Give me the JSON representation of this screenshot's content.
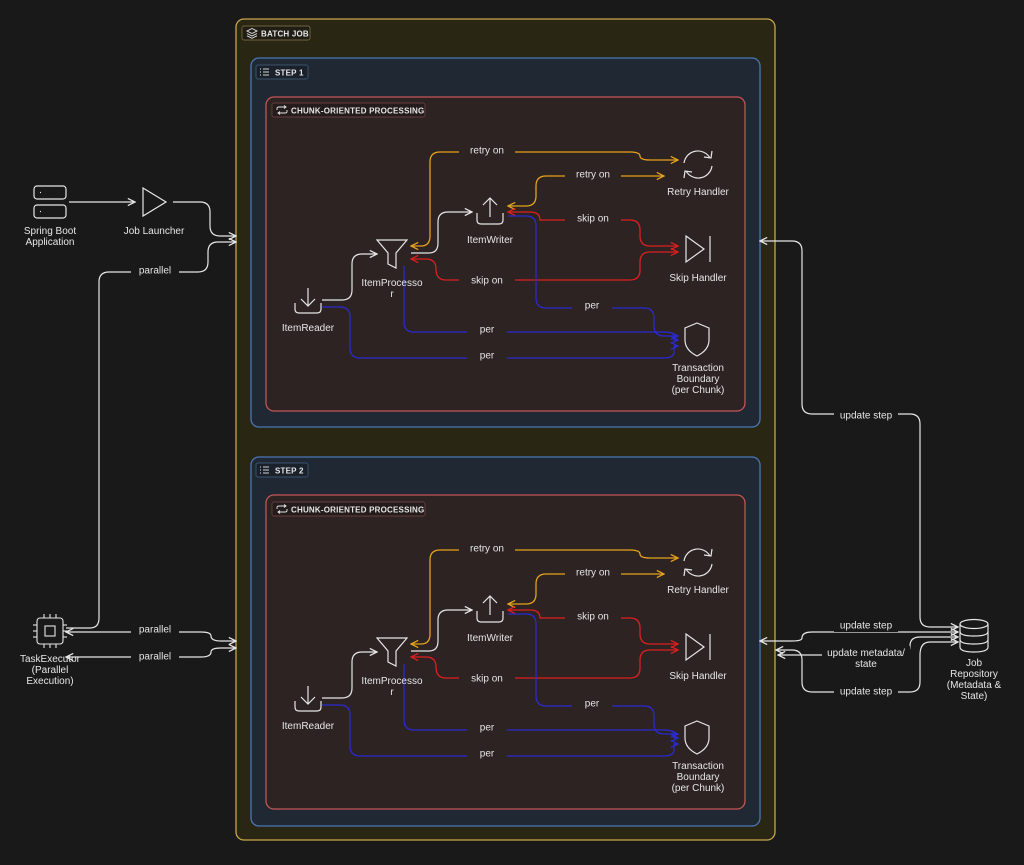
{
  "batch_job": {
    "title": "BATCH JOB"
  },
  "step1": {
    "title": "STEP 1",
    "chunk_title": "CHUNK-ORIENTED PROCESSING",
    "item_reader": "ItemReader",
    "item_processor": [
      "ItemProcesso",
      "r"
    ],
    "item_writer": "ItemWriter",
    "retry_handler": "Retry Handler",
    "skip_handler": "Skip Handler",
    "transaction_boundary": [
      "Transaction",
      "Boundary",
      "(per Chunk)"
    ],
    "edge_retry_processor": "retry on",
    "edge_retry_writer": "retry on",
    "edge_skip_writer": "skip on",
    "edge_skip_processor": "skip on",
    "edge_per_chunk_writer": "per",
    "edge_per_chunk_processor": "per",
    "edge_per_chunk_reader": "per"
  },
  "step2": {
    "title": "STEP 2",
    "chunk_title": "CHUNK-ORIENTED PROCESSING",
    "item_reader": "ItemReader",
    "item_processor": [
      "ItemProcesso",
      "r"
    ],
    "item_writer": "ItemWriter",
    "retry_handler": "Retry Handler",
    "skip_handler": "Skip Handler",
    "transaction_boundary": [
      "Transaction",
      "Boundary",
      "(per Chunk)"
    ],
    "edge_retry_processor": "retry on",
    "edge_retry_writer": "retry on",
    "edge_skip_writer": "skip on",
    "edge_skip_processor": "skip on",
    "edge_per_chunk_writer": "per",
    "edge_per_chunk_processor": "per",
    "edge_per_chunk_reader": "per"
  },
  "outside": {
    "spring_boot": [
      "Spring Boot",
      "Application"
    ],
    "job_launcher": "Job Launcher",
    "task_executor": [
      "TaskExecutor",
      "(Parallel",
      "Execution)"
    ],
    "job_repository": [
      "Job",
      "Repository",
      "(Metadata &",
      "State)"
    ],
    "edge_parallel_1": "parallel",
    "edge_parallel_2": "parallel",
    "edge_parallel_3": "parallel",
    "edge_update_step_1": "update step",
    "edge_update_step_2": "update step",
    "edge_update_metadata": [
      "update metadata/",
      "state"
    ],
    "edge_update_step_3": "update step"
  },
  "colors": {
    "background": "#191919",
    "batch_border": "#c9a64a",
    "step_border": "#4a77b8",
    "chunk_border": "#c65454",
    "retry_edge": "#e5a21b",
    "skip_edge": "#dd1f1f",
    "transaction_edge": "#2a2ad0",
    "neutral_edge": "#e6e6e6"
  },
  "icons": {
    "batch_job": "layers-icon",
    "step": "list-icon",
    "chunk": "repeat-icon",
    "spring_boot": "server-icon",
    "job_launcher": "play-icon",
    "task_executor": "cpu-icon",
    "job_repository": "database-icon",
    "item_reader": "download-icon",
    "item_processor": "filter-icon",
    "item_writer": "upload-icon",
    "retry_handler": "refresh-icon",
    "skip_handler": "skip-forward-icon",
    "transaction_boundary": "shield-icon"
  }
}
